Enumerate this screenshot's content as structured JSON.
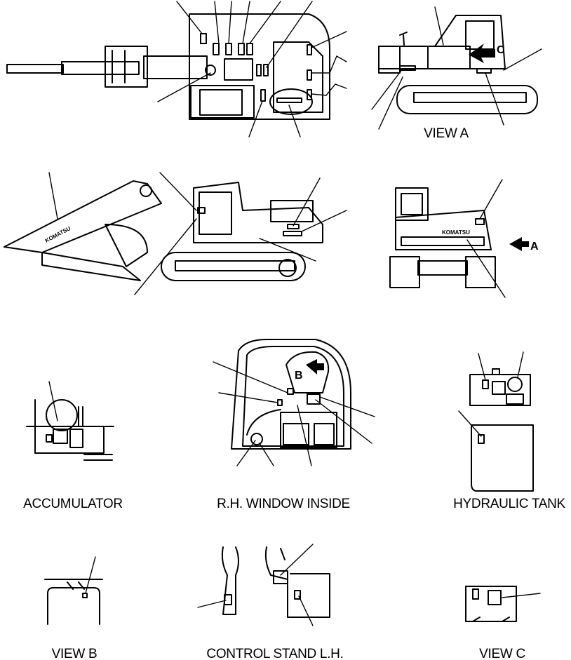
{
  "captions": {
    "view_a": "VIEW A",
    "accumulator": "ACCUMULATOR",
    "rh_window_inside": "R.H. WINDOW INSIDE",
    "hydraulic_tank": "HYDRAULIC TANK",
    "view_b": "VIEW B",
    "control_stand_lh": "CONTROL STAND L.H.",
    "view_c": "VIEW C"
  },
  "arrow_marks": {
    "a": "A",
    "b": "B",
    "c": "C"
  },
  "brand_text": "KOMATSU",
  "colors": {
    "line": "#000000",
    "background": "#ffffff"
  }
}
